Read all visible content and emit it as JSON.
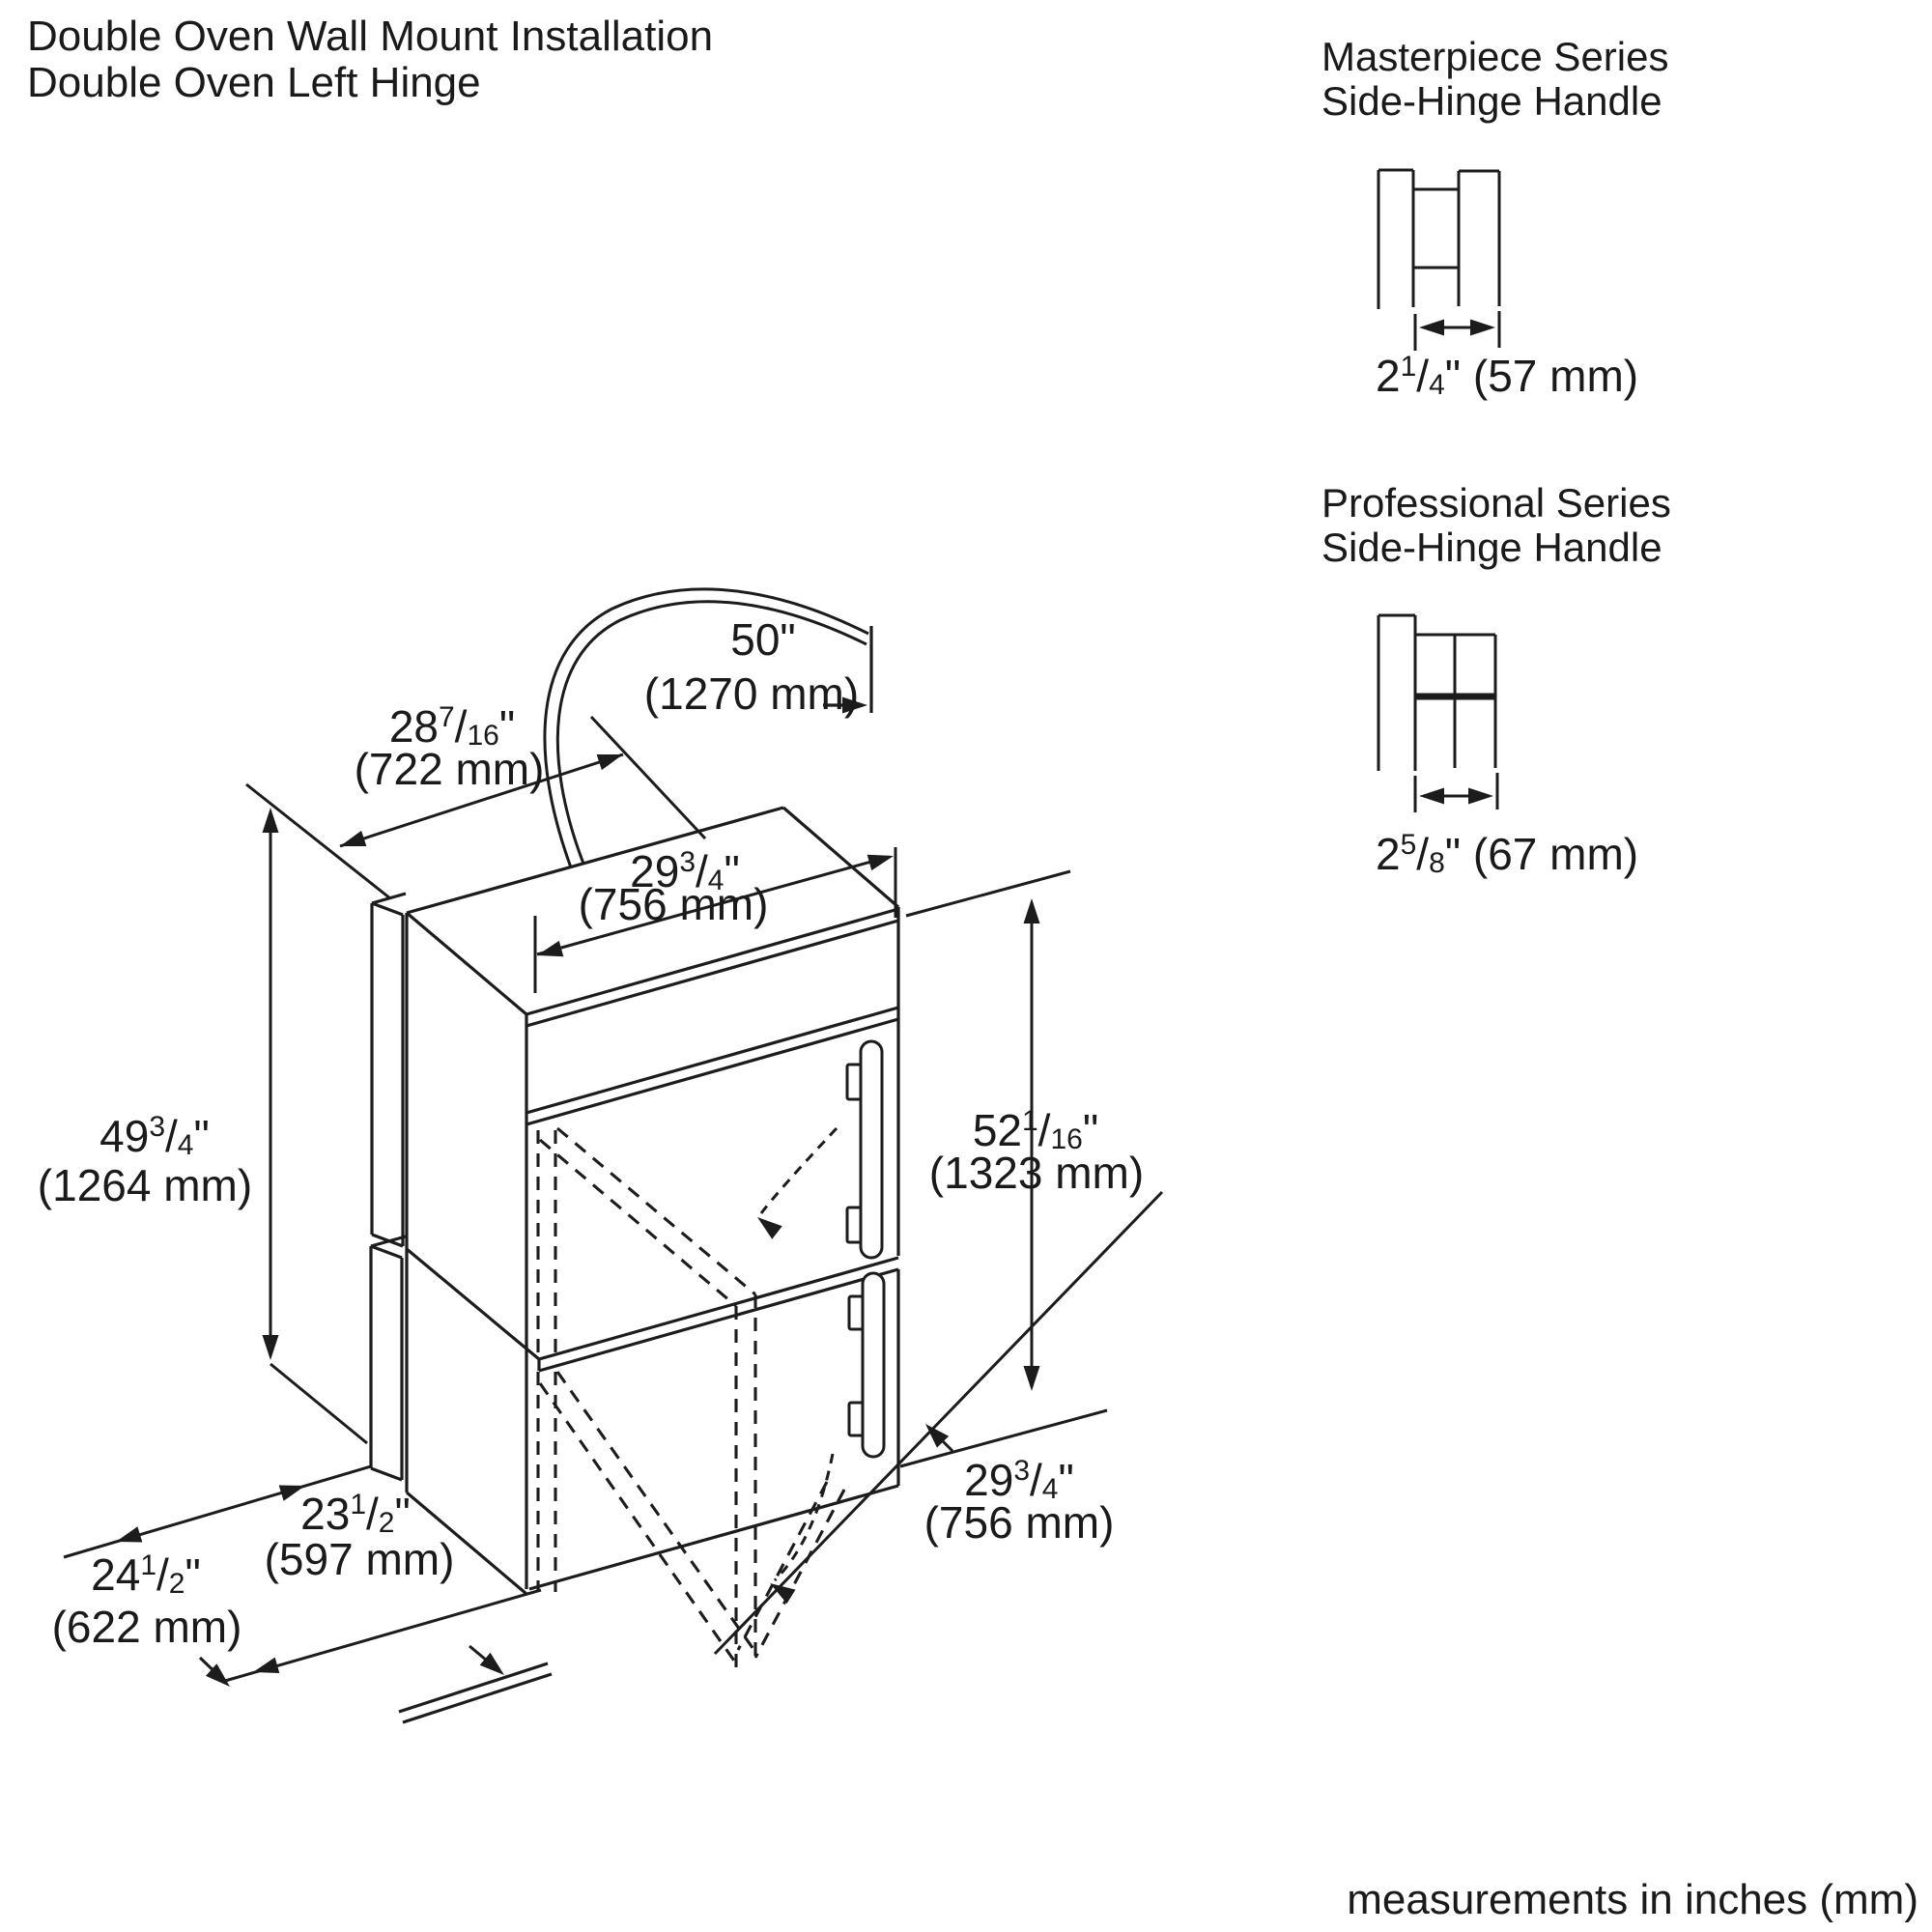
{
  "page": {
    "background": "#ffffff",
    "ink": "#1c1c1c"
  },
  "title": {
    "line1": "Double Oven Wall Mount Installation",
    "line2": "Double Oven Left Hinge"
  },
  "handles": {
    "masterpiece": {
      "title_line1": "Masterpiece Series",
      "title_line2": "Side-Hinge Handle",
      "dim": {
        "whole": "2",
        "num": "1",
        "den": "4",
        "unit": "\"",
        "mm": "(57 mm)"
      }
    },
    "professional": {
      "title_line1": "Professional Series",
      "title_line2": "Side-Hinge Handle",
      "dim": {
        "whole": "2",
        "num": "5",
        "den": "8",
        "unit": "\"",
        "mm": "(67 mm)"
      }
    }
  },
  "dimensions": {
    "cord": {
      "whole": "50",
      "num": "",
      "den": "",
      "unit": "\"",
      "mm": "(1270 mm)"
    },
    "depth_upper": {
      "whole": "28",
      "num": "7",
      "den": "16",
      "unit": "\"",
      "mm": "(722 mm)"
    },
    "width_top": {
      "whole": "29",
      "num": "3",
      "den": "4",
      "unit": "\"",
      "mm": "(756 mm)"
    },
    "height_left": {
      "whole": "49",
      "num": "3",
      "den": "4",
      "unit": "\"",
      "mm": "(1264 mm)"
    },
    "height_right": {
      "whole": "52",
      "num": "1",
      "den": "16",
      "unit": "\"",
      "mm": "(1323 mm)"
    },
    "depth_cutout": {
      "whole": "23",
      "num": "1",
      "den": "2",
      "unit": "\"",
      "mm": "(597 mm)"
    },
    "depth_total": {
      "whole": "24",
      "num": "1",
      "den": "2",
      "unit": "\"",
      "mm": "(622 mm)"
    },
    "width_bottom": {
      "whole": "29",
      "num": "3",
      "den": "4",
      "unit": "\"",
      "mm": "(756 mm)"
    }
  },
  "footer": {
    "note": "measurements in inches (mm)"
  }
}
